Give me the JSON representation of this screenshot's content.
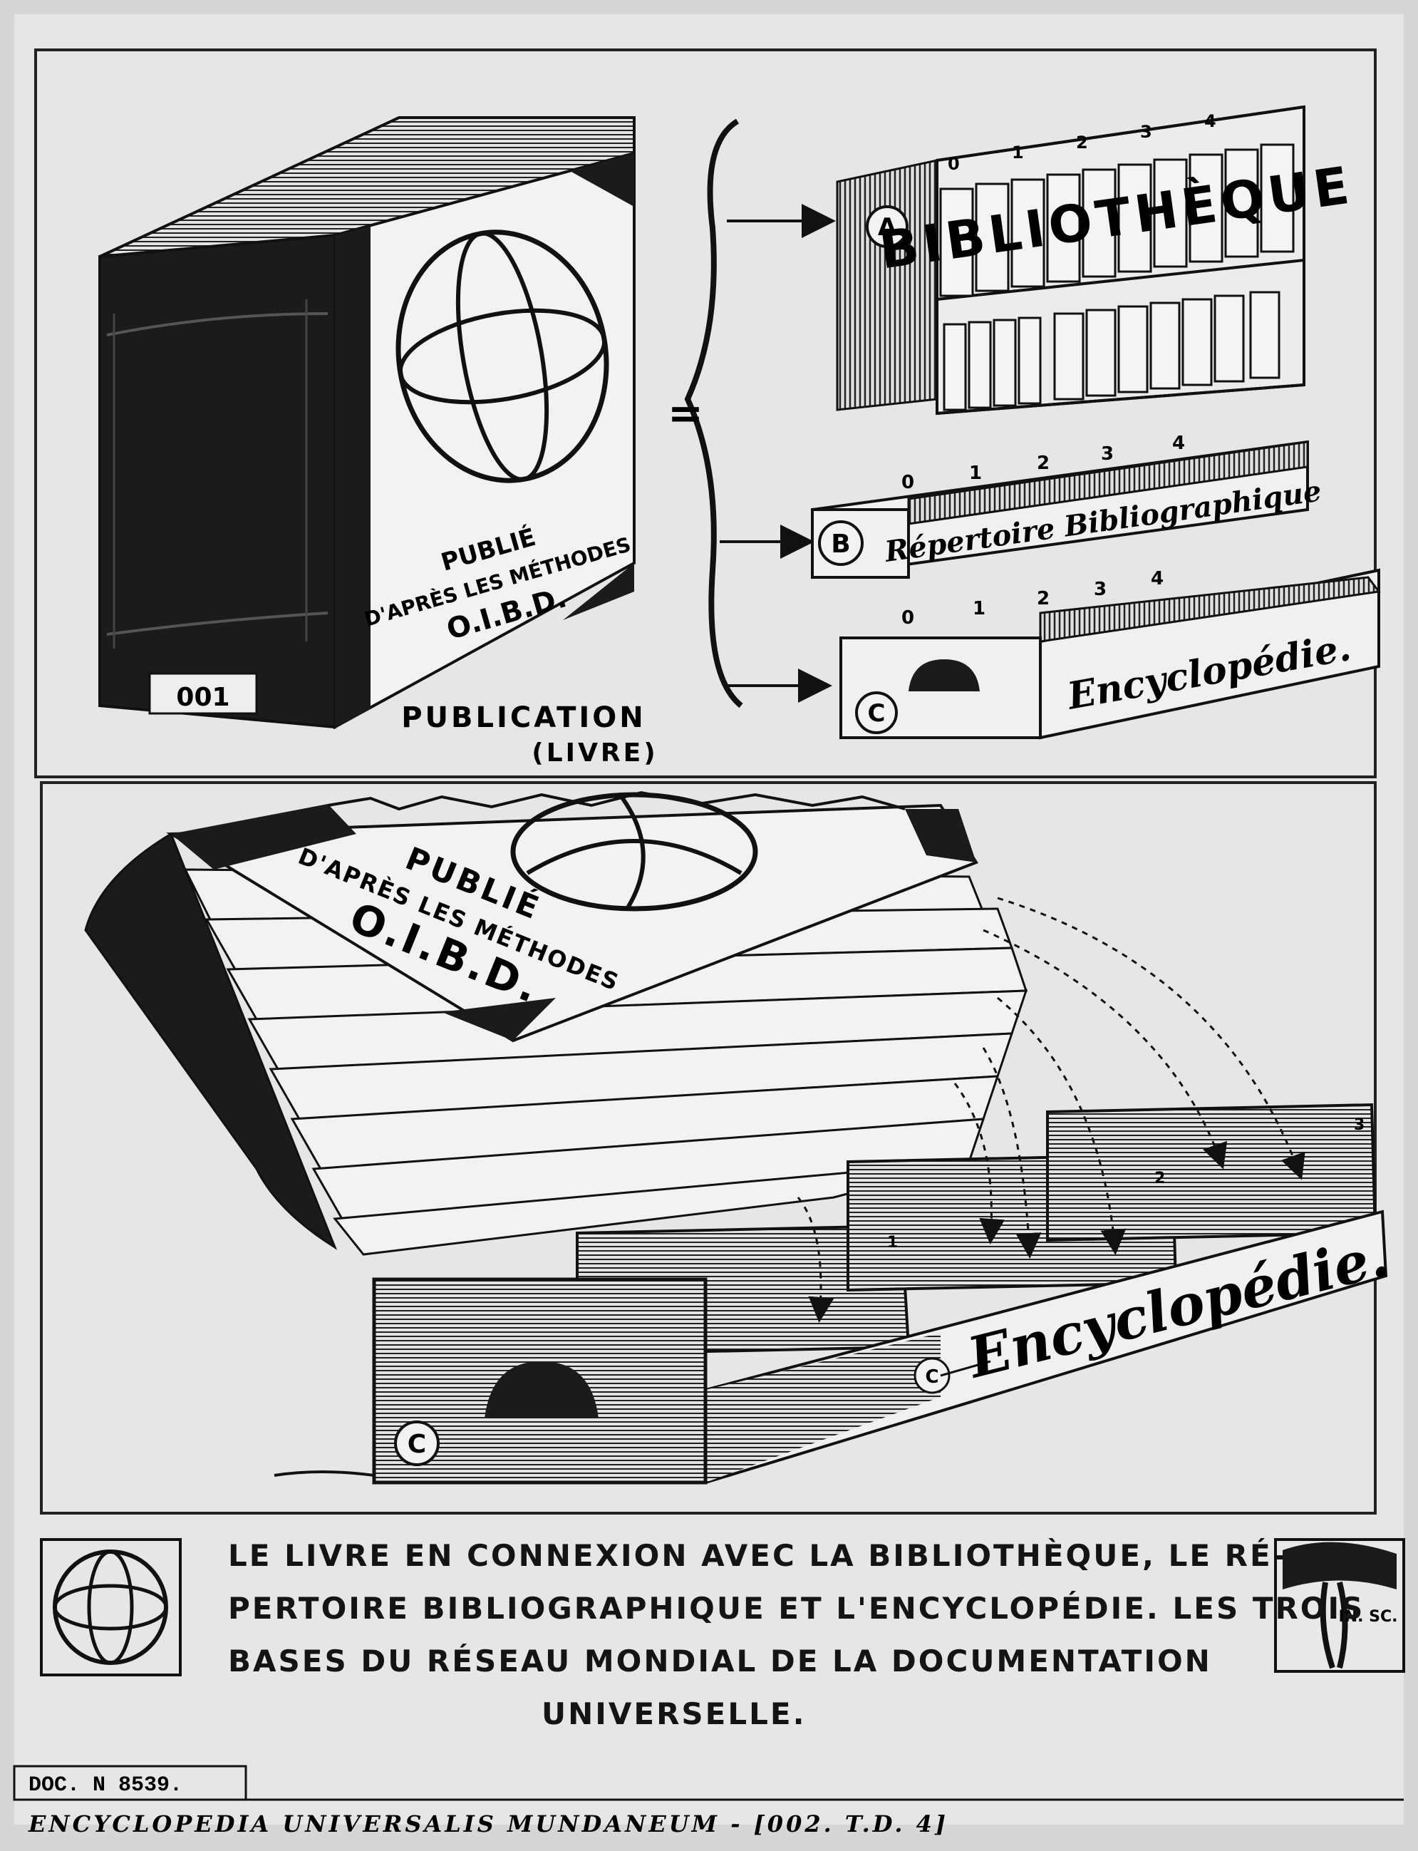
{
  "top_panel": {
    "book": {
      "spine_number": "001",
      "cover_line1": "PUBLIÉ",
      "cover_line2": "D'APRÈS LES MÉTHODES",
      "cover_line3": "O.I.B.D."
    },
    "publication_label": "PUBLICATION",
    "publication_sub": "(LIVRE)",
    "equals": "=",
    "targets": [
      {
        "letter": "A",
        "label": "BIBLIOTHÈQUE",
        "ticks": [
          "0",
          "1",
          "2",
          "3",
          "4"
        ]
      },
      {
        "letter": "B",
        "label": "Répertoire Bibliographique",
        "ticks": [
          "0",
          "1",
          "2",
          "3",
          "4"
        ]
      },
      {
        "letter": "C",
        "label": "Encyclopédie.",
        "ticks": [
          "0",
          "1",
          "2",
          "3",
          "4"
        ]
      }
    ]
  },
  "bottom_panel": {
    "book": {
      "cover_line1": "PUBLIÉ",
      "cover_line2": "D'APRÈS LES MÉTHODES",
      "cover_line3": "O.I.B.D."
    },
    "drawer_label": "Encyclopédie.",
    "drawer_letter": "C",
    "side_letter": "C",
    "dividers": [
      "1",
      "2",
      "3"
    ]
  },
  "caption": {
    "line1": "LE LIVRE EN CONNEXION AVEC LA BIBLIOTHÈQUE, LE RÉ-",
    "line2": "PERTOIRE BIBLIOGRAPHIQUE ET L'ENCYCLOPÉDIE. LES TROIS",
    "line3": "BASES DU RÉSEAU MONDIAL DE LA DOCUMENTATION",
    "line4": "UNIVERSELLE.",
    "logo_right": "IN. SC."
  },
  "footer": {
    "doc_number": "DOC. N 8539.",
    "series": "ENCYCLOPEDIA UNIVERSALIS MUNDANEUM - [002. T.D. 4]"
  }
}
